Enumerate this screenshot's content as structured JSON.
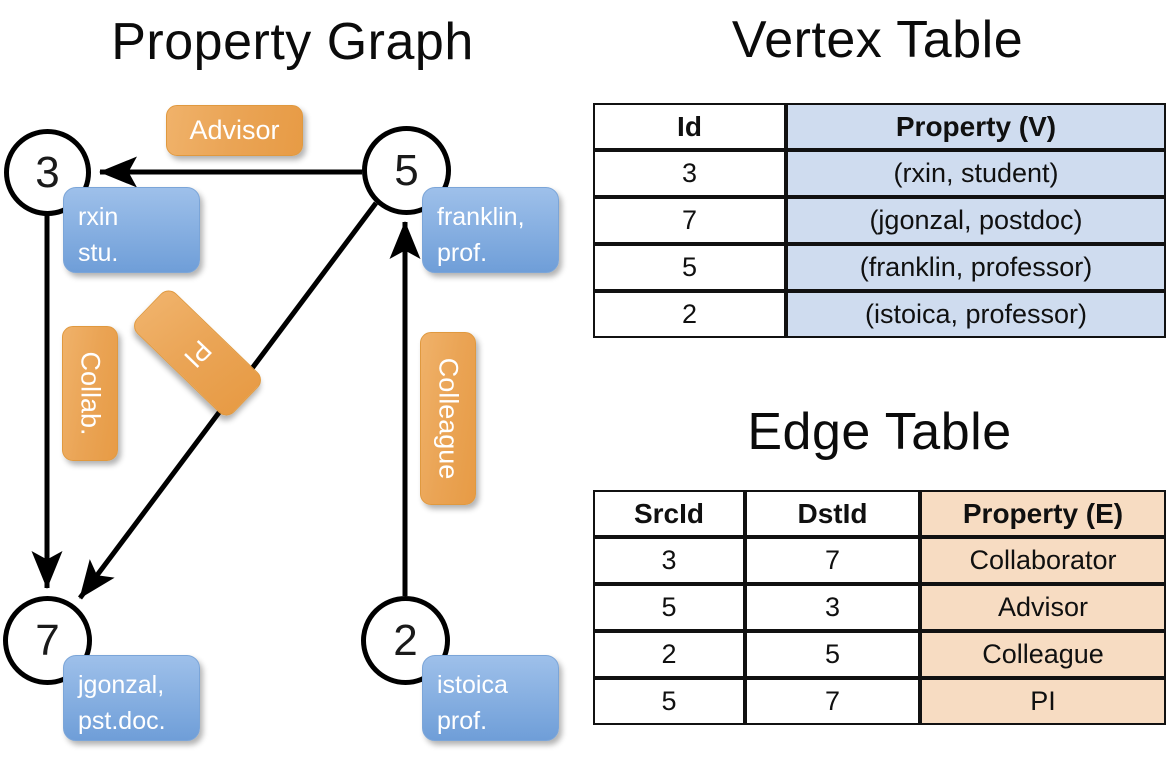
{
  "titles": {
    "graph": "Property Graph",
    "vertex_table": "Vertex Table",
    "edge_table": "Edge Table"
  },
  "colors": {
    "vertex_property_fill": "#cfdcef",
    "edge_property_fill": "#f7dcc2",
    "node_box_fill": "#89b1e2",
    "edge_label_fill": "#eaa455",
    "stroke": "#000000",
    "background": "#ffffff"
  },
  "graph": {
    "nodes": [
      {
        "id": "3",
        "property_lines": [
          "rxin",
          "stu."
        ]
      },
      {
        "id": "5",
        "property_lines": [
          "franklin,",
          "prof."
        ]
      },
      {
        "id": "7",
        "property_lines": [
          "jgonzal,",
          "pst.doc."
        ]
      },
      {
        "id": "2",
        "property_lines": [
          "istoica",
          "prof."
        ]
      }
    ],
    "edge_labels": [
      {
        "name": "advisor-label",
        "text": "Advisor",
        "orientation": "horizontal"
      },
      {
        "name": "collab-label",
        "text": "Collab.",
        "orientation": "vertical"
      },
      {
        "name": "pi-label",
        "text": "PI",
        "orientation": "diagonal"
      },
      {
        "name": "colleague-label",
        "text": "Colleague",
        "orientation": "vertical"
      }
    ],
    "edges": [
      {
        "src": "5",
        "dst": "3",
        "label": "Advisor"
      },
      {
        "src": "3",
        "dst": "7",
        "label": "Collab."
      },
      {
        "src": "5",
        "dst": "7",
        "label": "PI"
      },
      {
        "src": "2",
        "dst": "5",
        "label": "Colleague"
      }
    ]
  },
  "vertex_table": {
    "headers": [
      "Id",
      "Property (V)"
    ],
    "rows": [
      [
        "3",
        "(rxin, student)"
      ],
      [
        "7",
        "(jgonzal, postdoc)"
      ],
      [
        "5",
        "(franklin, professor)"
      ],
      [
        "2",
        "(istoica, professor)"
      ]
    ]
  },
  "edge_table": {
    "headers": [
      "SrcId",
      "DstId",
      "Property (E)"
    ],
    "rows": [
      [
        "3",
        "7",
        "Collaborator"
      ],
      [
        "5",
        "3",
        "Advisor"
      ],
      [
        "2",
        "5",
        "Colleague"
      ],
      [
        "5",
        "7",
        "PI"
      ]
    ]
  }
}
